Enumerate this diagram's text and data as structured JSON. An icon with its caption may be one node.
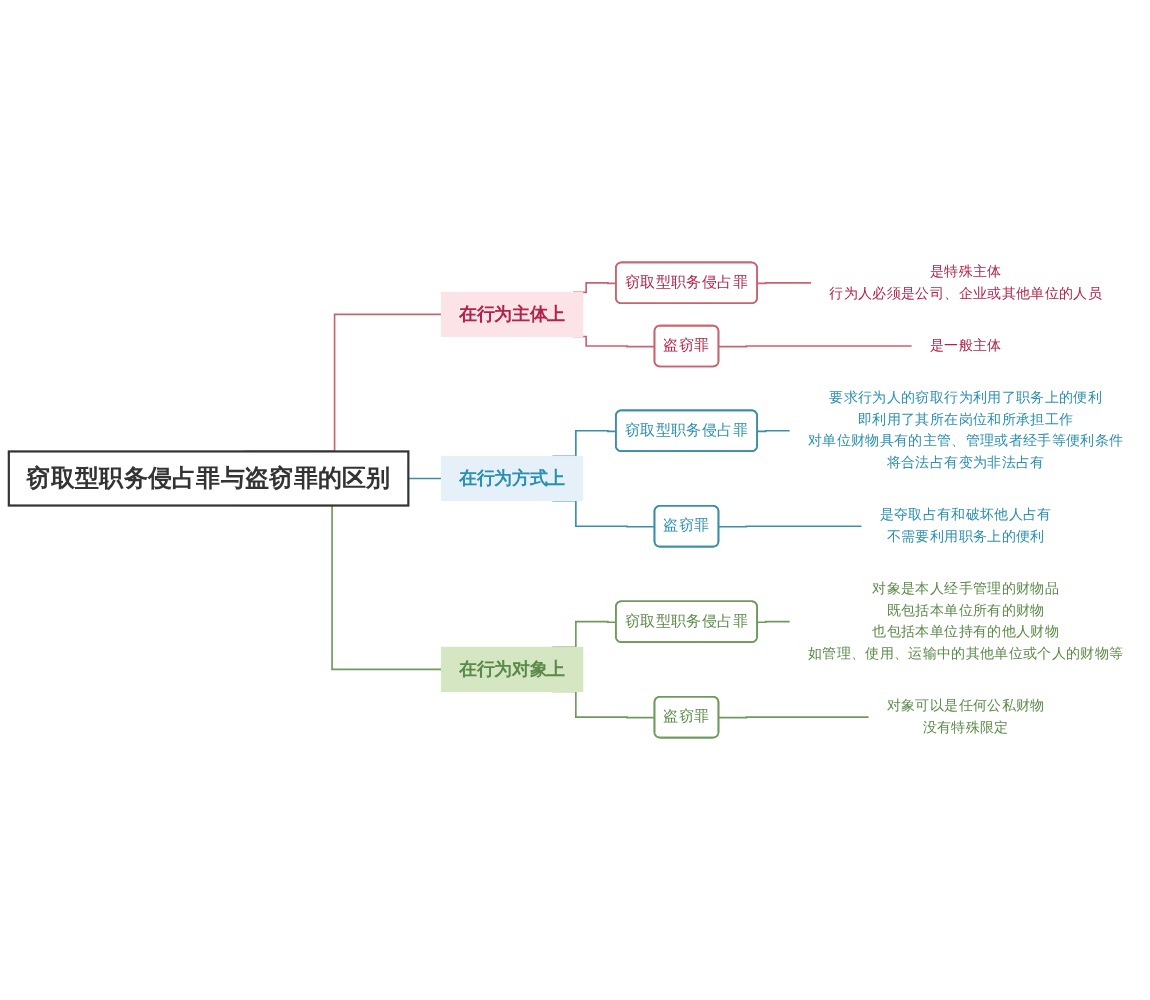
{
  "diagram": {
    "nodes": [
      {
        "text": [
          "窃取型职务侵占罪与盗窃罪的区别"
        ]
      },
      {
        "text": [
          "在行为主体上"
        ]
      },
      {
        "text": [
          "窃取型职务侵占罪"
        ]
      },
      {
        "text": [
          "是特殊主体",
          "行为人必须是公司、企业或其他单位的人员"
        ]
      },
      {
        "text": [
          "盗窃罪"
        ]
      },
      {
        "text": [
          "是一般主体"
        ]
      },
      {
        "text": [
          "在行为方式上"
        ]
      },
      {
        "text": [
          "窃取型职务侵占罪"
        ]
      },
      {
        "text": [
          "要求行为人的窃取行为利用了职务上的便利",
          "即利用了其所在岗位和所承担工作",
          "对单位财物具有的主管、管理或者经手等便利条件",
          "将合法占有变为非法占有"
        ]
      },
      {
        "text": [
          "盗窃罪"
        ]
      },
      {
        "text": [
          "是夺取占有和破坏他人占有",
          "不需要利用职务上的便利"
        ]
      },
      {
        "text": [
          "在行为对象上"
        ]
      },
      {
        "text": [
          "窃取型职务侵占罪"
        ]
      },
      {
        "text": [
          "对象是本人经手管理的财物品",
          "既包括本单位所有的财物",
          "也包括本单位持有的他人财物",
          "如管理、使用、运输中的其他单位或个人的财物等"
        ]
      },
      {
        "text": [
          "盗窃罪"
        ]
      },
      {
        "text": [
          "对象可以是任何公私财物",
          "没有特殊限定"
        ]
      }
    ],
    "edges": [
      {
        "from": 0,
        "to": 1,
        "arrow": "none",
        "color": "#c8646e"
      },
      {
        "from": 1,
        "to": 2,
        "arrow": "none",
        "color": "#c8646e"
      },
      {
        "from": 2,
        "to": 3,
        "arrow": "none",
        "color": "#c8646e"
      },
      {
        "from": 1,
        "to": 4,
        "arrow": "none",
        "color": "#c8646e"
      },
      {
        "from": 4,
        "to": 5,
        "arrow": "none",
        "color": "#c8646e"
      },
      {
        "from": 0,
        "to": 6,
        "arrow": "none",
        "color": "#3a8fa8"
      },
      {
        "from": 6,
        "to": 7,
        "arrow": "none",
        "color": "#3a8fa8"
      },
      {
        "from": 7,
        "to": 8,
        "arrow": "none",
        "color": "#3a8fa8"
      },
      {
        "from": 6,
        "to": 9,
        "arrow": "none",
        "color": "#3a8fa8"
      },
      {
        "from": 9,
        "to": 10,
        "arrow": "none",
        "color": "#3a8fa8"
      },
      {
        "from": 0,
        "to": 11,
        "arrow": "none",
        "color": "#6f9a5c"
      },
      {
        "from": 11,
        "to": 12,
        "arrow": "none",
        "color": "#6f9a5c"
      },
      {
        "from": 12,
        "to": 13,
        "arrow": "none",
        "color": "#6f9a5c"
      },
      {
        "from": 11,
        "to": 14,
        "arrow": "none",
        "color": "#6f9a5c"
      },
      {
        "from": 14,
        "to": 15,
        "arrow": "none",
        "color": "#6f9a5c"
      }
    ]
  }
}
